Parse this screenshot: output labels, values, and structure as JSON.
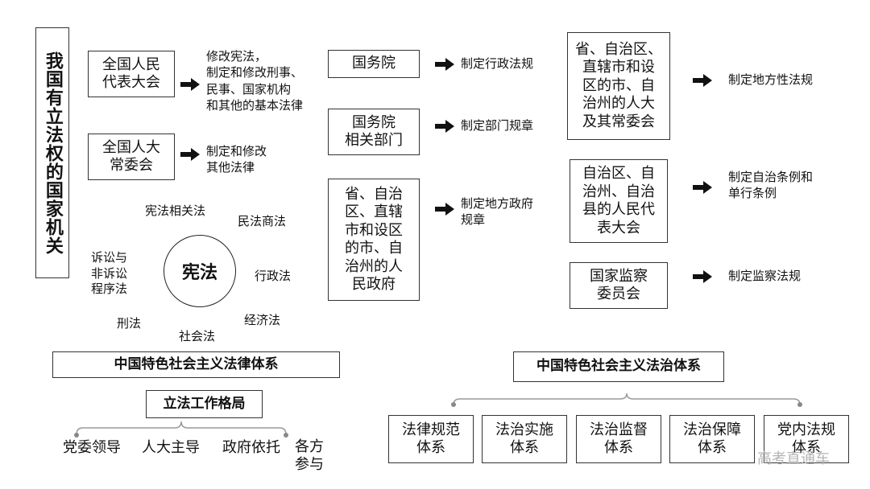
{
  "title": "我国有立法权的国家机关",
  "left": {
    "npc": "全国人民\n代表大会",
    "npc_desc": "修改宪法，\n制定和修改刑事、\n民事、国家机构\n和其他的基本法律",
    "npcsc": "全国人大\n常委会",
    "npcsc_desc": "制定和修改\n其他法律"
  },
  "mid": {
    "state_council": "国务院",
    "state_council_desc": "制定行政法规",
    "departments": "国务院\n相关部门",
    "departments_desc": "制定部门规章",
    "local_gov": "省、自治\n区、直辖\n市和设区\n的市、自\n治州的人\n民政府",
    "local_gov_desc": "制定地方政府\n规章"
  },
  "right": {
    "local_congress": "省、自治区、\n直辖市和设\n区的市、自\n治州的人大\n及其常委会",
    "local_congress_desc": "制定地方性法规",
    "autonomous": "自治区、自\n治州、自治\n县的人民代\n表大会",
    "autonomous_desc": "制定自治条例和\n单行条例",
    "supervision": "国家监察\n委员会",
    "supervision_desc": "制定监察法规"
  },
  "circle": {
    "center": "宪法",
    "items": [
      "宪法相关法",
      "民法商法",
      "行政法",
      "经济法",
      "社会法",
      "刑法",
      "诉讼与\n非诉讼\n程序法"
    ]
  },
  "legal_system": "中国特色社会主义法律体系",
  "legislative": {
    "title": "立法工作格局",
    "items": [
      "党委领导",
      "人大主导",
      "政府依托",
      "各方\n参与"
    ]
  },
  "rule_of_law": {
    "title": "中国特色社会主义法治体系",
    "items": [
      "法律规范\n体系",
      "法治实施\n体系",
      "法治监督\n体系",
      "法治保障\n体系",
      "党内法规\n体系"
    ]
  },
  "watermark": "高考直通车",
  "colors": {
    "line": "#333333",
    "bracket": "#999999"
  }
}
